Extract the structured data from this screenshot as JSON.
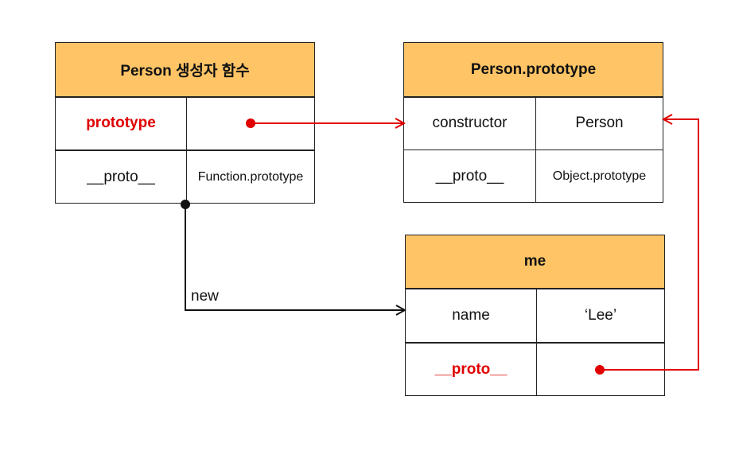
{
  "boxes": {
    "person_ctor": {
      "title": "Person 생성자 함수",
      "rows": [
        [
          "prototype",
          ""
        ],
        [
          "__proto__",
          "Function.prototype"
        ]
      ]
    },
    "person_proto": {
      "title": "Person.prototype",
      "rows": [
        [
          "constructor",
          "Person"
        ],
        [
          "__proto__",
          "Object.prototype"
        ]
      ]
    },
    "me": {
      "title": "me",
      "rows": [
        [
          "name",
          "‘Lee’"
        ],
        [
          "__proto__",
          ""
        ]
      ]
    }
  },
  "edges": {
    "new_label": "new"
  },
  "colors": {
    "header_fill": "#ffc466",
    "highlight": "#e00000",
    "line": "#222222"
  }
}
